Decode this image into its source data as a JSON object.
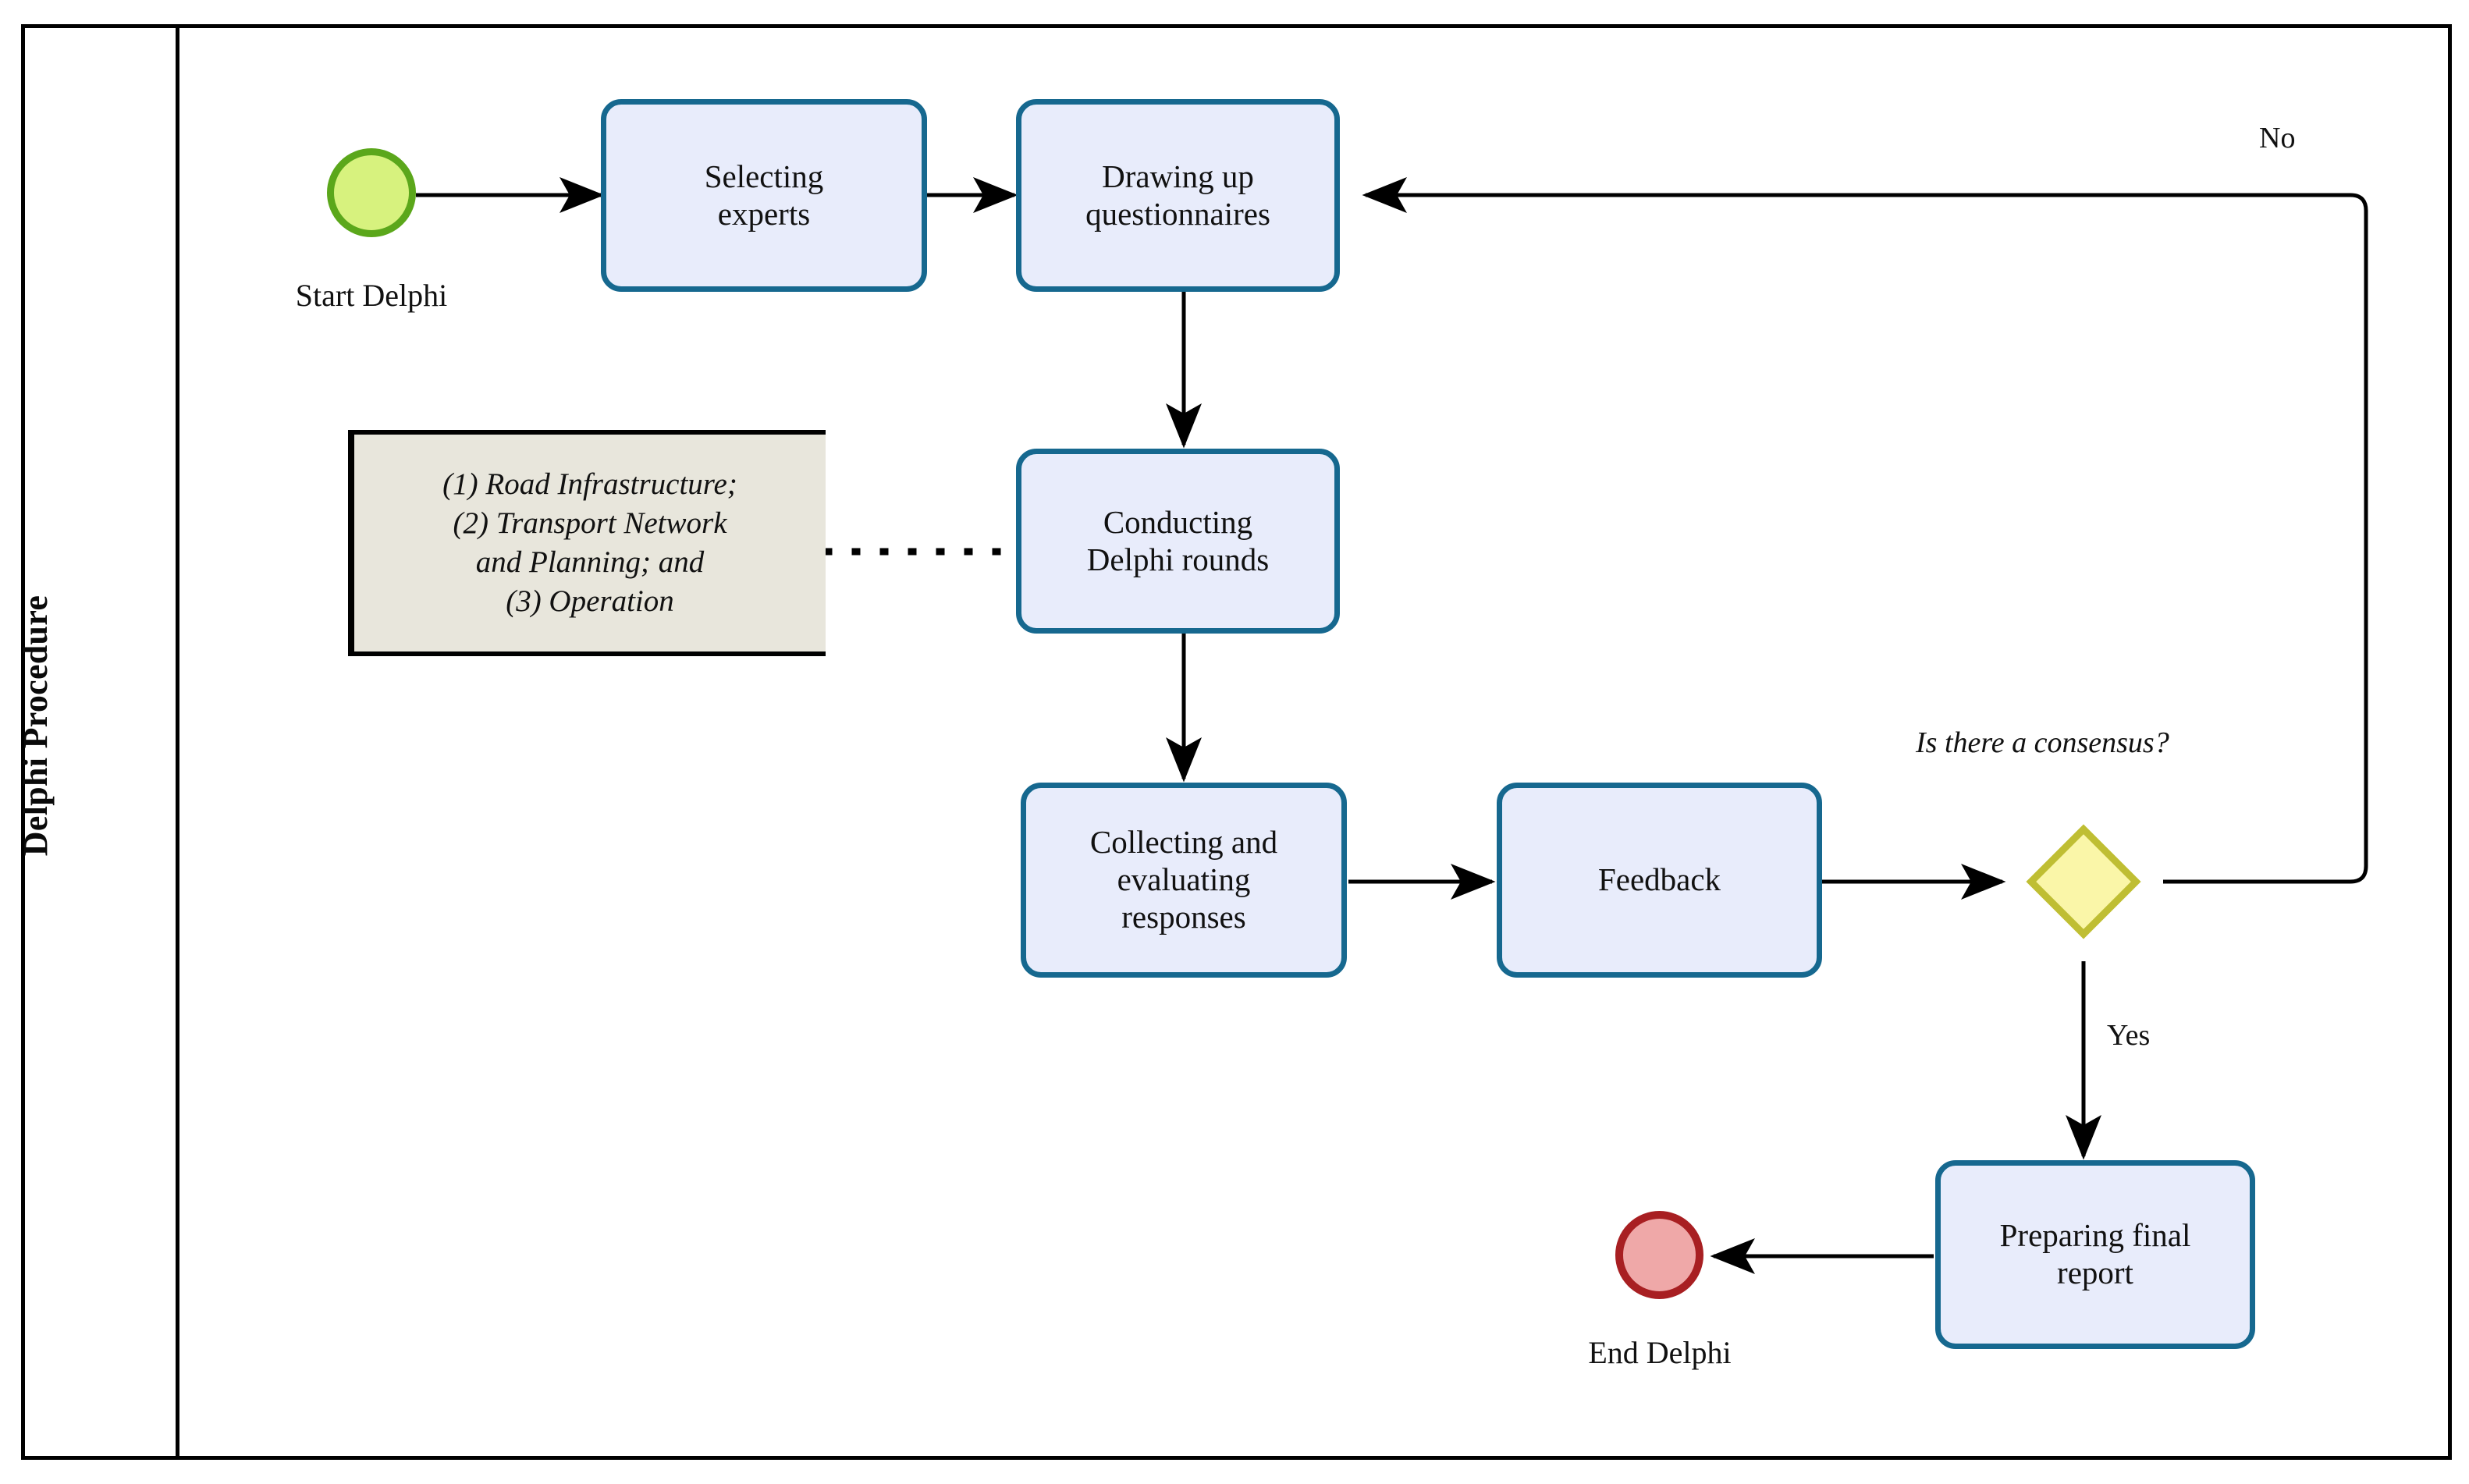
{
  "diagram": {
    "type": "bpmn-flowchart",
    "lane_label": "Delphi Procedure",
    "colors": {
      "task_fill": "#E8ECFB",
      "task_stroke": "#16688F",
      "start_fill": "#D7F27E",
      "start_stroke": "#5BA71B",
      "end_fill": "#EFA8A8",
      "end_stroke": "#A81F22",
      "gateway_fill": "#FAF6A8",
      "gateway_stroke": "#BFBE33",
      "note_fill": "#E8E6DC",
      "frame_stroke": "#000000"
    },
    "nodes": {
      "start_event": {
        "kind": "start-event",
        "label": "Start Delphi"
      },
      "task_selecting_experts": {
        "kind": "task",
        "label": "Selecting\nexperts"
      },
      "task_drawing_questionnaires": {
        "kind": "task",
        "label": "Drawing up\nquestionnaires"
      },
      "task_conducting_rounds": {
        "kind": "task",
        "label": "Conducting\nDelphi rounds"
      },
      "task_collecting_responses": {
        "kind": "task",
        "label": "Collecting and\nevaluating\nresponses"
      },
      "task_feedback": {
        "kind": "task",
        "label": "Feedback"
      },
      "gateway_consensus": {
        "kind": "exclusive-gateway",
        "question": "Is there a consensus?"
      },
      "task_final_report": {
        "kind": "task",
        "label": "Preparing final\nreport"
      },
      "end_event": {
        "kind": "end-event",
        "label": "End Delphi"
      },
      "note_topics": {
        "kind": "text-annotation",
        "text": "(1) Road Infrastructure;\n(2) Transport Network\nand Planning; and\n(3) Operation"
      }
    },
    "flow_labels": {
      "no": "No",
      "yes": "Yes"
    },
    "edges": [
      {
        "from": "start_event",
        "to": "task_selecting_experts",
        "style": "solid",
        "label": ""
      },
      {
        "from": "task_selecting_experts",
        "to": "task_drawing_questionnaires",
        "style": "solid",
        "label": ""
      },
      {
        "from": "task_drawing_questionnaires",
        "to": "task_conducting_rounds",
        "style": "solid",
        "label": ""
      },
      {
        "from": "task_conducting_rounds",
        "to": "task_collecting_responses",
        "style": "solid",
        "label": ""
      },
      {
        "from": "task_collecting_responses",
        "to": "task_feedback",
        "style": "solid",
        "label": ""
      },
      {
        "from": "task_feedback",
        "to": "gateway_consensus",
        "style": "solid",
        "label": ""
      },
      {
        "from": "gateway_consensus",
        "to": "task_drawing_questionnaires",
        "style": "solid",
        "label": "No"
      },
      {
        "from": "gateway_consensus",
        "to": "task_final_report",
        "style": "solid",
        "label": "Yes"
      },
      {
        "from": "task_final_report",
        "to": "end_event",
        "style": "solid",
        "label": ""
      },
      {
        "from": "note_topics",
        "to": "task_conducting_rounds",
        "style": "dotted",
        "label": ""
      }
    ]
  }
}
